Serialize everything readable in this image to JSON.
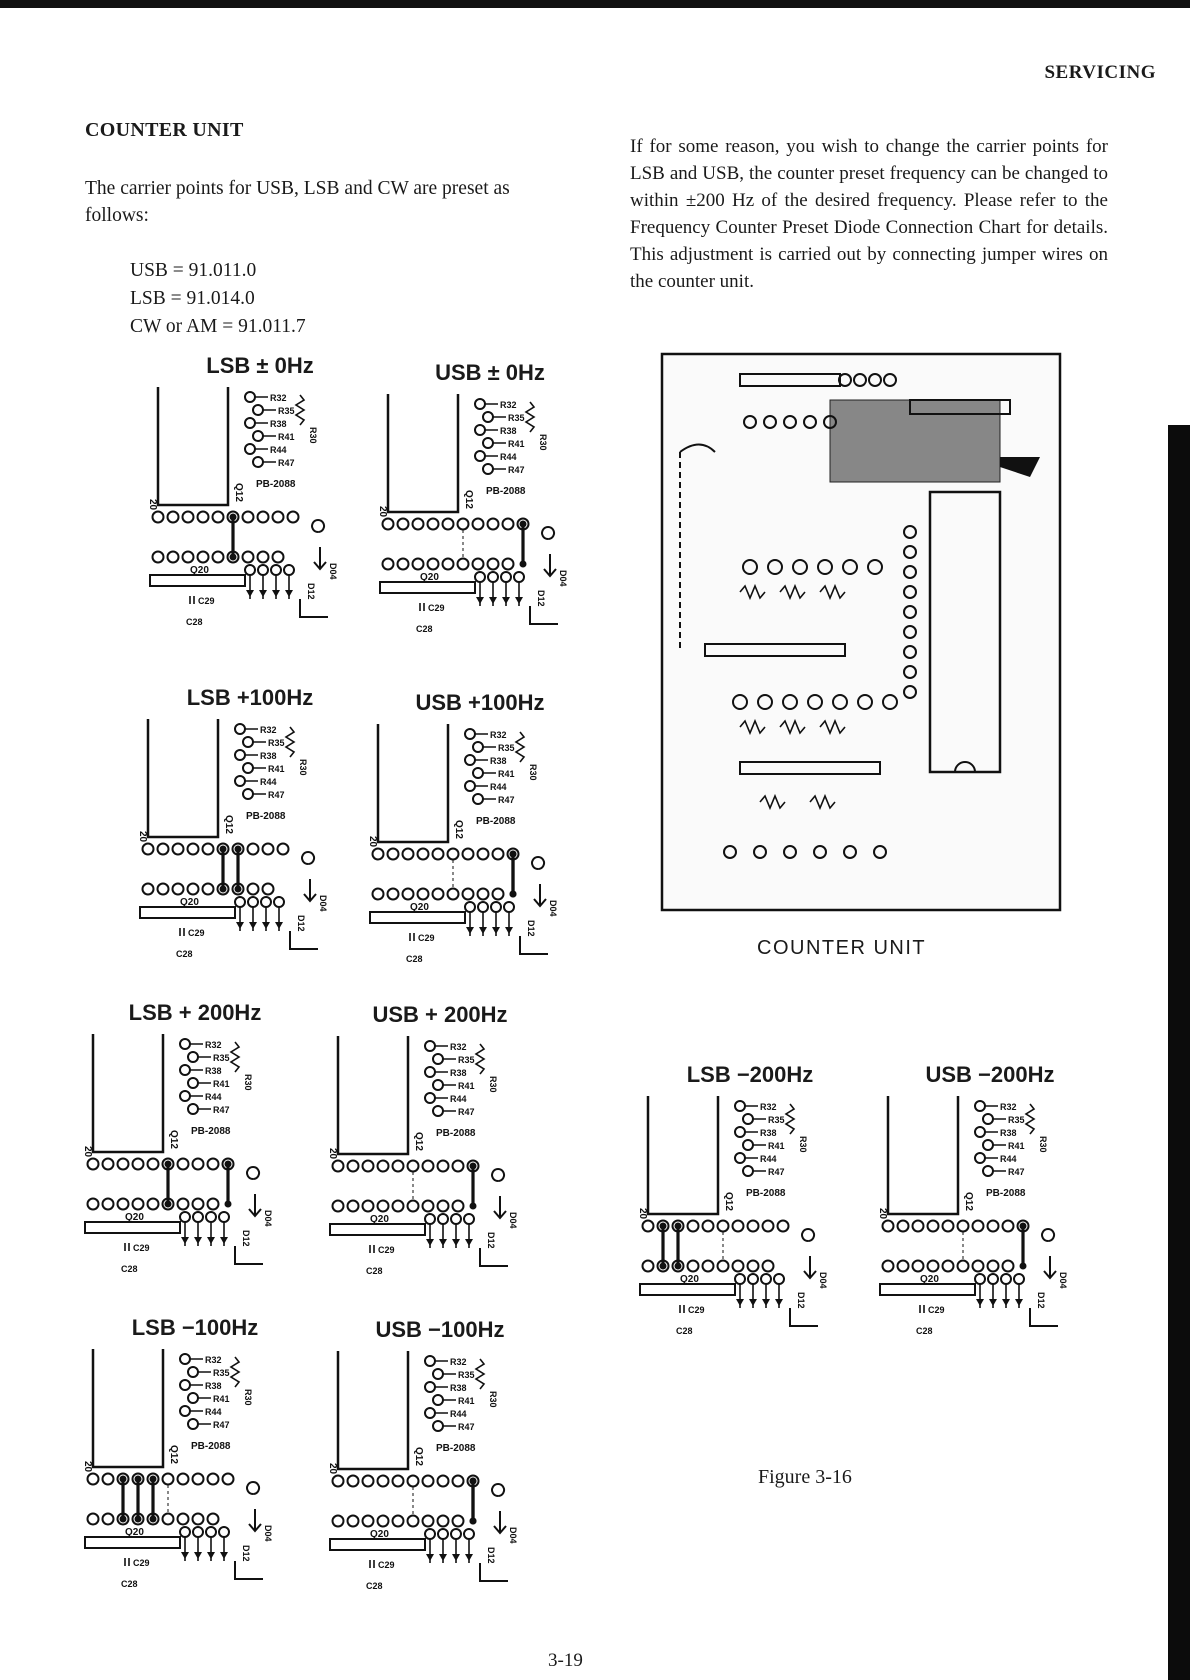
{
  "header": {
    "section_label": "SERVICING"
  },
  "page": {
    "number": "3-19"
  },
  "left_column": {
    "title": "COUNTER UNIT",
    "intro": "The carrier points for USB, LSB and CW are preset as follows:",
    "presets": [
      "USB = 91.011.0",
      "LSB = 91.014.0",
      "CW or AM = 91.011.7"
    ]
  },
  "right_column": {
    "paragraph": "If for some reason, you wish to change the carrier points for LSB and USB, the counter preset frequency can be changed to within ±200 Hz of the desired frequency. Please refer to the Frequency Counter Preset Diode Connection Chart for details. This adjustment is carried out by connecting jumper wires on the counter unit."
  },
  "counter_unit": {
    "caption": "COUNTER UNIT"
  },
  "diagrams": [
    {
      "title": "LSB ± 0Hz"
    },
    {
      "title": "USB ± 0Hz"
    },
    {
      "title": "LSB +100Hz"
    },
    {
      "title": "USB +100Hz"
    },
    {
      "title": "LSB + 200Hz"
    },
    {
      "title": "USB + 200Hz"
    },
    {
      "title": "LSB −100Hz"
    },
    {
      "title": "USB −100Hz"
    },
    {
      "title": "LSB −200Hz"
    },
    {
      "title": "USB −200Hz"
    }
  ],
  "board_labels": {
    "pcb": "PB-2088",
    "ic": "Q12",
    "pin20": "20",
    "q20": "Q20",
    "c29": "C29",
    "c28": "C28",
    "d12": "D12",
    "d04": "D04",
    "resistors": [
      "R32",
      "R35",
      "R38",
      "R41",
      "R44",
      "R47"
    ],
    "r30": "R30"
  },
  "figure": {
    "caption": "Figure 3-16"
  }
}
